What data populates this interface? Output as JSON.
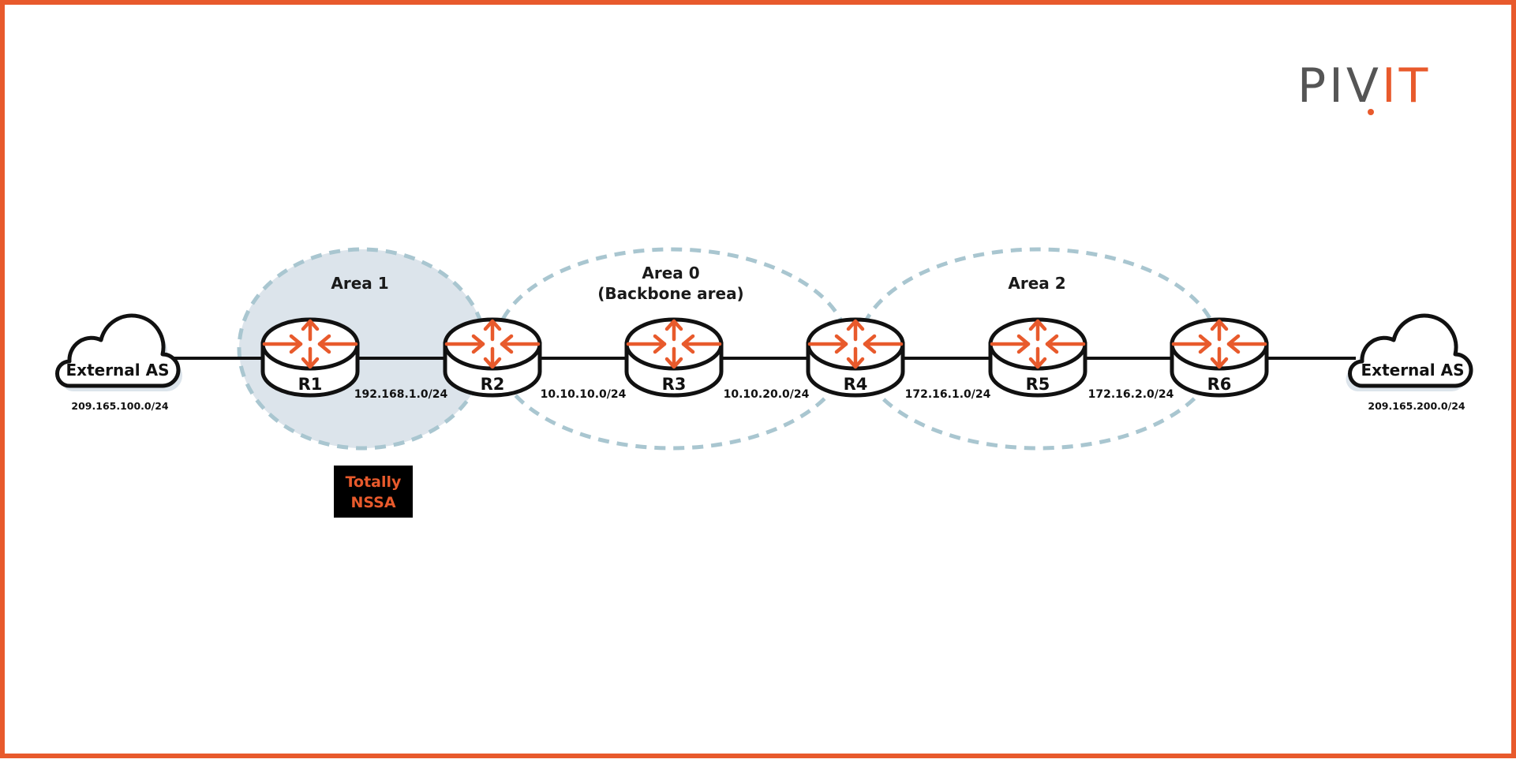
{
  "logo": {
    "text_left": "PI",
    "text_mid": "V",
    "text_right": "IT"
  },
  "areas": {
    "area1": "Area 1",
    "area0_line1": "Area 0",
    "area0_line2": "(Backbone area)",
    "area2": "Area 2"
  },
  "badge": {
    "line1": "Totally",
    "line2": "NSSA"
  },
  "external_left": {
    "label": "External AS",
    "network": "209.165.100.0/24"
  },
  "external_right": {
    "label": "External AS",
    "network": "209.165.200.0/24"
  },
  "routers": {
    "r1": "R1",
    "r2": "R2",
    "r3": "R3",
    "r4": "R4",
    "r5": "R5",
    "r6": "R6"
  },
  "links": {
    "r1_r2": "192.168.1.0/24",
    "r2_r3": "10.10.10.0/24",
    "r3_r4": "10.10.20.0/24",
    "r4_r5": "172.16.1.0/24",
    "r5_r6": "172.16.2.0/24"
  },
  "colors": {
    "accent": "#e85a2c",
    "area_dash": "#a9c6d0",
    "area1_fill": "#dce4eb",
    "line": "#111111",
    "logo_grey": "#555555"
  }
}
